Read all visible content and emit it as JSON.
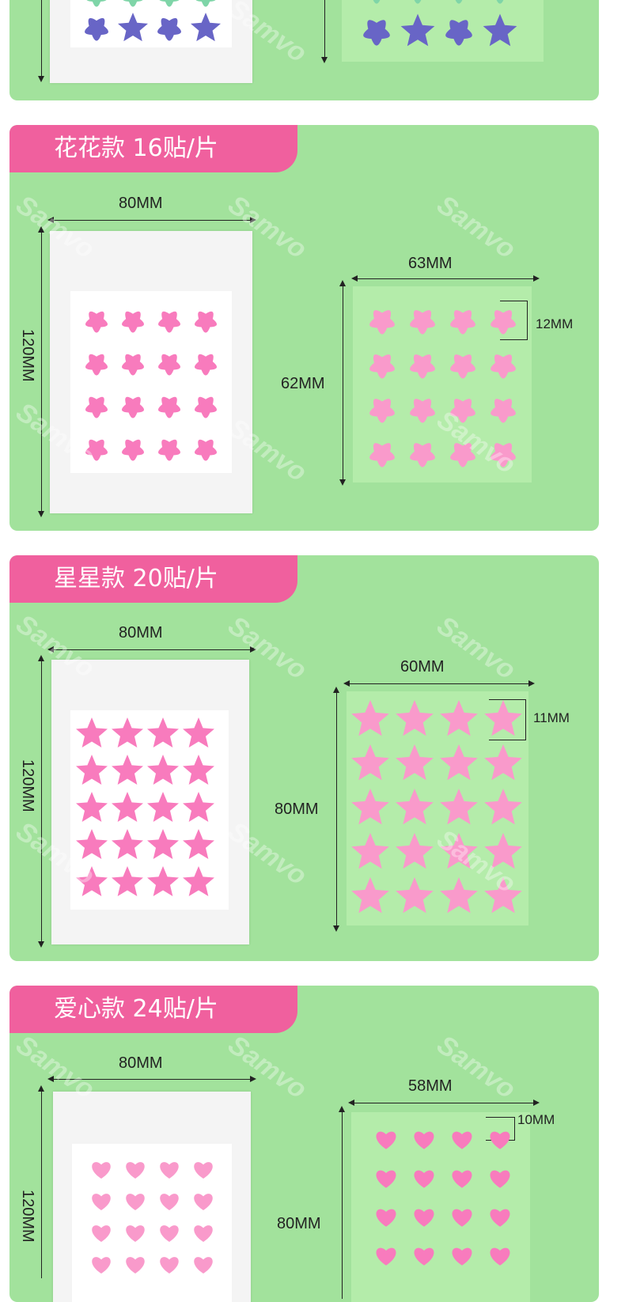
{
  "sections": [
    {
      "title": "花花款 16贴/片"
    },
    {
      "title": "星星款 20贴/片"
    },
    {
      "title": "爱心款 24贴/片"
    }
  ],
  "dims": {
    "pkg_width": "80MM",
    "pkg_height": "120MM",
    "flower_sheet_w": "63MM",
    "flower_sheet_h": "62MM",
    "flower_patch": "12MM",
    "star_sheet_w": "60MM",
    "star_sheet_h": "80MM",
    "star_patch": "11MM",
    "heart_sheet_w": "58MM",
    "heart_sheet_h": "80MM",
    "heart_patch": "10MM"
  },
  "watermark": "Samvo",
  "colors": {
    "panel_bg": "#a2e29c",
    "tab_bg": "#f0609e",
    "patch_pink": "#f87bbd",
    "patch_pink_light": "#f99acb",
    "patch_blue": "#6865c6",
    "patch_mint": "#7fd5a8"
  }
}
